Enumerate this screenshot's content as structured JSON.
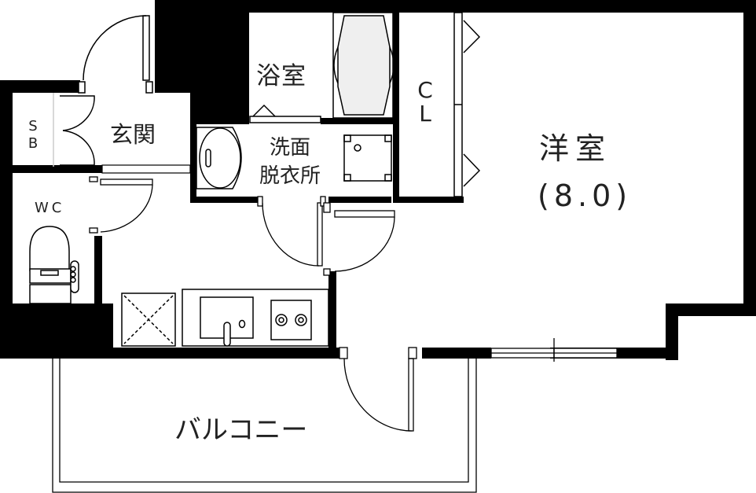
{
  "floor_plan": {
    "colors": {
      "wall": "#000000",
      "background": "#ffffff",
      "text": "#222222",
      "tub_fill": "#efefef"
    },
    "rooms": {
      "genkan": {
        "label": "玄関"
      },
      "shoe_box": {
        "label": "S\nB",
        "line1": "S",
        "line2": "B"
      },
      "bathroom": {
        "label": "浴室"
      },
      "closet": {
        "line1": "C",
        "line2": "L"
      },
      "washroom": {
        "line1": "洗面",
        "line2": "脱衣所"
      },
      "western_room": {
        "label": "洋室",
        "area": "(8.0)"
      },
      "toilet": {
        "label": "WC"
      },
      "balcony": {
        "label": "バルコニー"
      }
    }
  }
}
